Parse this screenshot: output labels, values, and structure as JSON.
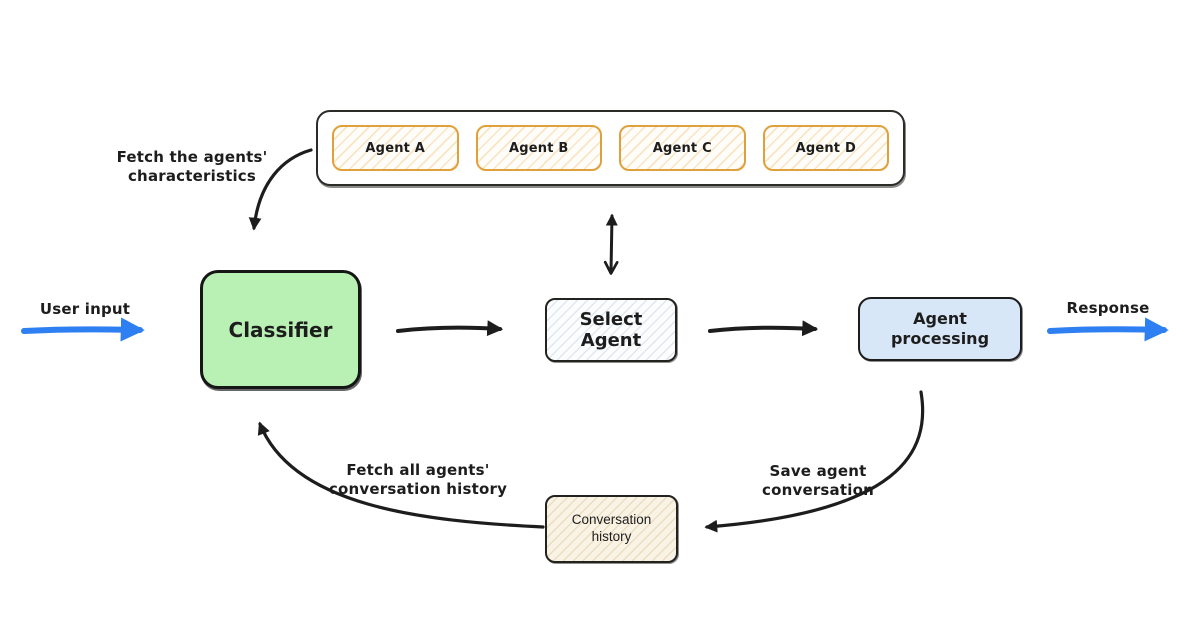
{
  "colors": {
    "background": "#ffffff",
    "ink": "#1d1d1d",
    "blue_arrow": "#2d7ff2",
    "agent_border": "#e0a13c",
    "classifier_fill": "#b9f0b4",
    "agent_processing_fill": "#d8e7f8",
    "conversation_history_fill": "#f9f3e6"
  },
  "nodes": {
    "agents_container": {
      "items": [
        "Agent A",
        "Agent B",
        "Agent C",
        "Agent D"
      ]
    },
    "classifier": "Classifier",
    "select_agent": "Select Agent",
    "agent_processing": "Agent processing",
    "conversation_history": "Conversation history"
  },
  "edge_labels": {
    "user_input": "User input",
    "response": "Response",
    "fetch_characteristics": "Fetch the agents' characteristics",
    "fetch_all_history": "Fetch all agents' conversation history",
    "save_conversation": "Save agent conversation"
  }
}
